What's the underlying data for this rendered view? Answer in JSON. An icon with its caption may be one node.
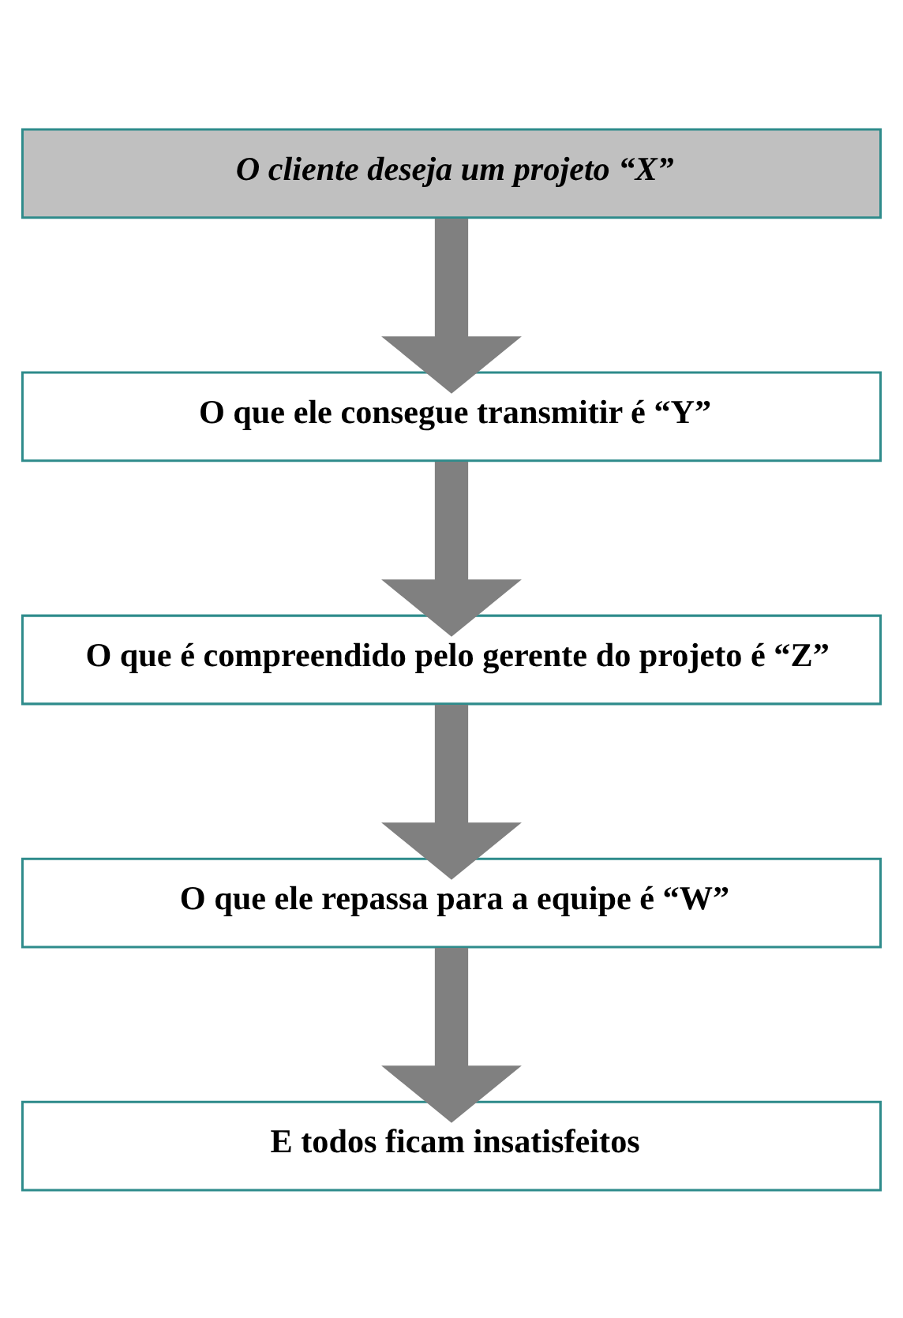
{
  "diagram": {
    "nodes": [
      {
        "text": [
          "O cliente deseja um projeto “X”"
        ]
      },
      {
        "text": [
          "O que ele consegue transmitir é “Y”"
        ]
      },
      {
        "text": [
          "O que é compreendido pelo gerente do projeto é “Z”"
        ]
      },
      {
        "text": [
          "O que ele repassa para a equipe é “W”"
        ]
      },
      {
        "text": [
          "E todos ficam insatisfeitos"
        ]
      }
    ],
    "edges": [
      {
        "from": 0,
        "to": 1,
        "arrow": "to"
      },
      {
        "from": 1,
        "to": 2,
        "arrow": "to"
      },
      {
        "from": 2,
        "to": 3,
        "arrow": "to"
      },
      {
        "from": 3,
        "to": 4,
        "arrow": "to"
      }
    ]
  }
}
